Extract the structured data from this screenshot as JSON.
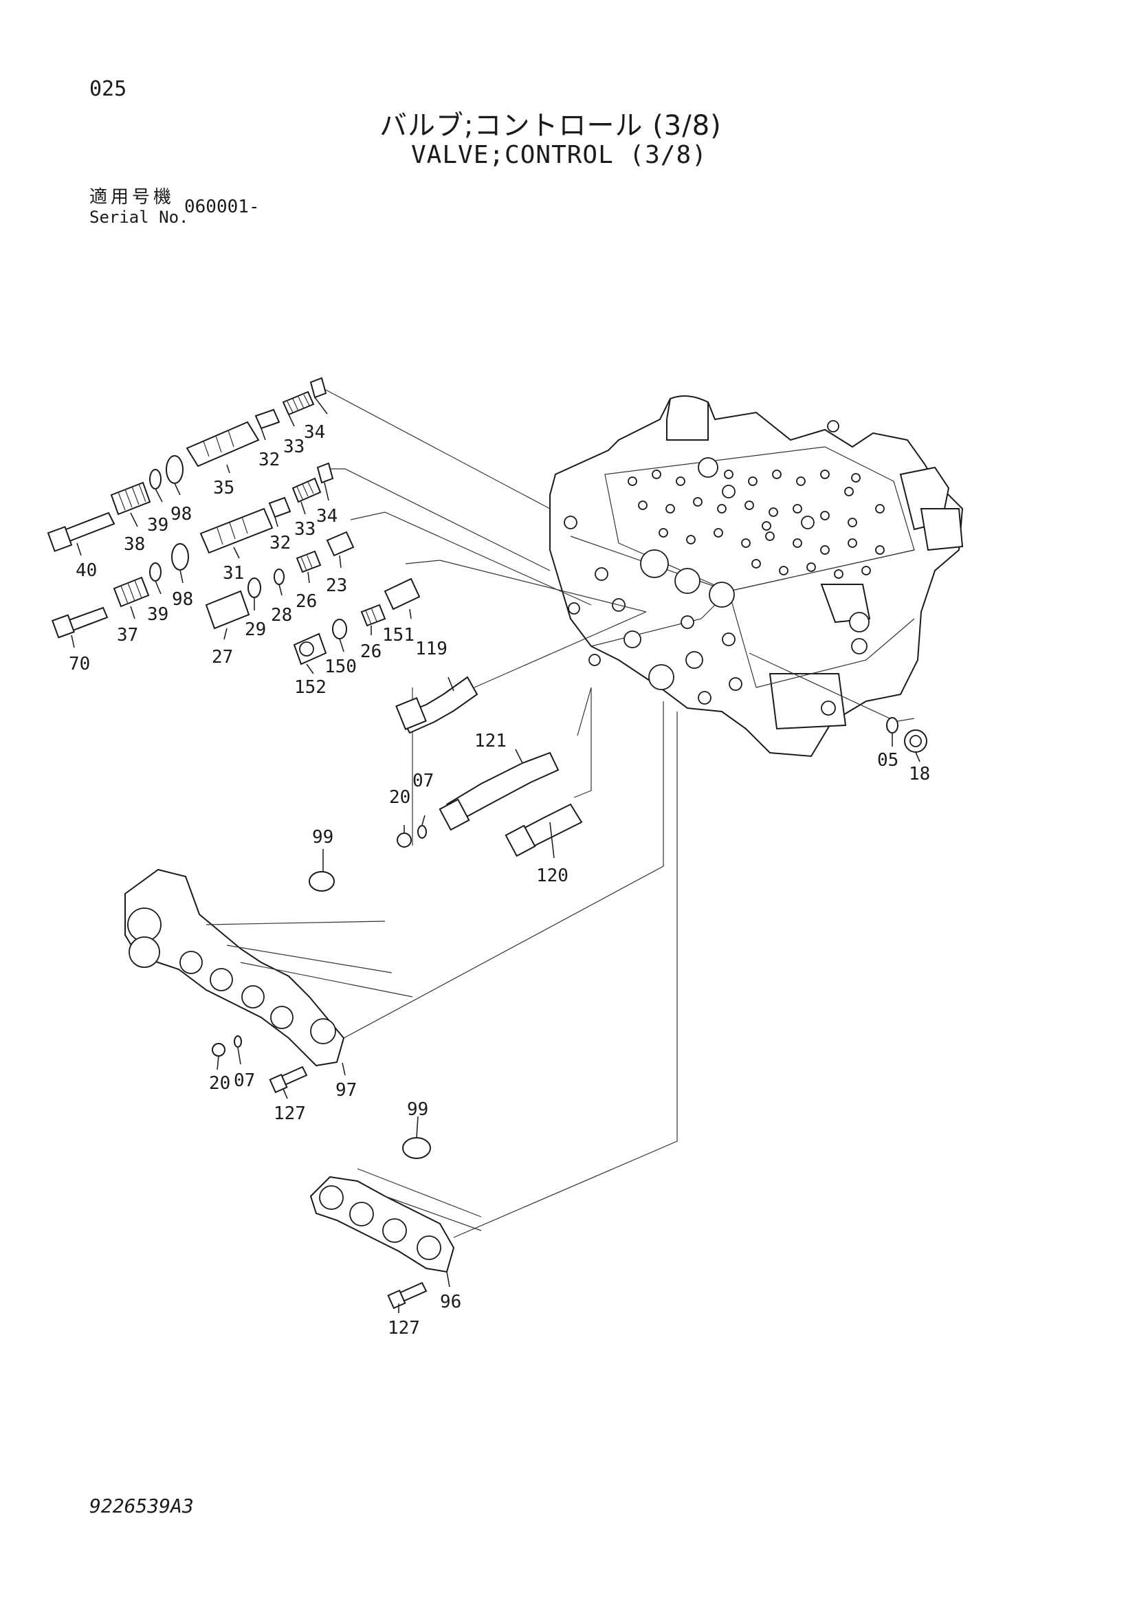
{
  "page": {
    "page_number": "025",
    "title_ja": "バルブ;コントロール (3/8)",
    "title_en": "VALVE;CONTROL (3/8)",
    "serial_label_ja": "適用号機",
    "serial_label_en": "Serial No.",
    "serial_value": "060001-",
    "document_code": "9226539A3"
  },
  "callouts": [
    {
      "id": "c34a",
      "label": "34"
    },
    {
      "id": "c33a",
      "label": "33"
    },
    {
      "id": "c32a",
      "label": "32"
    },
    {
      "id": "c35",
      "label": "35"
    },
    {
      "id": "c98a",
      "label": "98"
    },
    {
      "id": "c39a",
      "label": "39"
    },
    {
      "id": "c38",
      "label": "38"
    },
    {
      "id": "c40",
      "label": "40"
    },
    {
      "id": "c34b",
      "label": "34"
    },
    {
      "id": "c33b",
      "label": "33"
    },
    {
      "id": "c32b",
      "label": "32"
    },
    {
      "id": "c31",
      "label": "31"
    },
    {
      "id": "c23",
      "label": "23"
    },
    {
      "id": "c26a",
      "label": "26"
    },
    {
      "id": "c28",
      "label": "28"
    },
    {
      "id": "c29",
      "label": "29"
    },
    {
      "id": "c27",
      "label": "27"
    },
    {
      "id": "c98b",
      "label": "98"
    },
    {
      "id": "c39b",
      "label": "39"
    },
    {
      "id": "c37",
      "label": "37"
    },
    {
      "id": "c70",
      "label": "70"
    },
    {
      "id": "c151",
      "label": "151"
    },
    {
      "id": "c26b",
      "label": "26"
    },
    {
      "id": "c150",
      "label": "150"
    },
    {
      "id": "c152",
      "label": "152"
    },
    {
      "id": "c119",
      "label": "119"
    },
    {
      "id": "c121",
      "label": "121"
    },
    {
      "id": "c20a",
      "label": "20"
    },
    {
      "id": "c07a",
      "label": "07"
    },
    {
      "id": "c120",
      "label": "120"
    },
    {
      "id": "c05",
      "label": "05"
    },
    {
      "id": "c18",
      "label": "18"
    },
    {
      "id": "c99a",
      "label": "99"
    },
    {
      "id": "c20b",
      "label": "20"
    },
    {
      "id": "c07b",
      "label": "07"
    },
    {
      "id": "c97",
      "label": "97"
    },
    {
      "id": "c127a",
      "label": "127"
    },
    {
      "id": "c99b",
      "label": "99"
    },
    {
      "id": "c96",
      "label": "96"
    },
    {
      "id": "c127b",
      "label": "127"
    }
  ]
}
